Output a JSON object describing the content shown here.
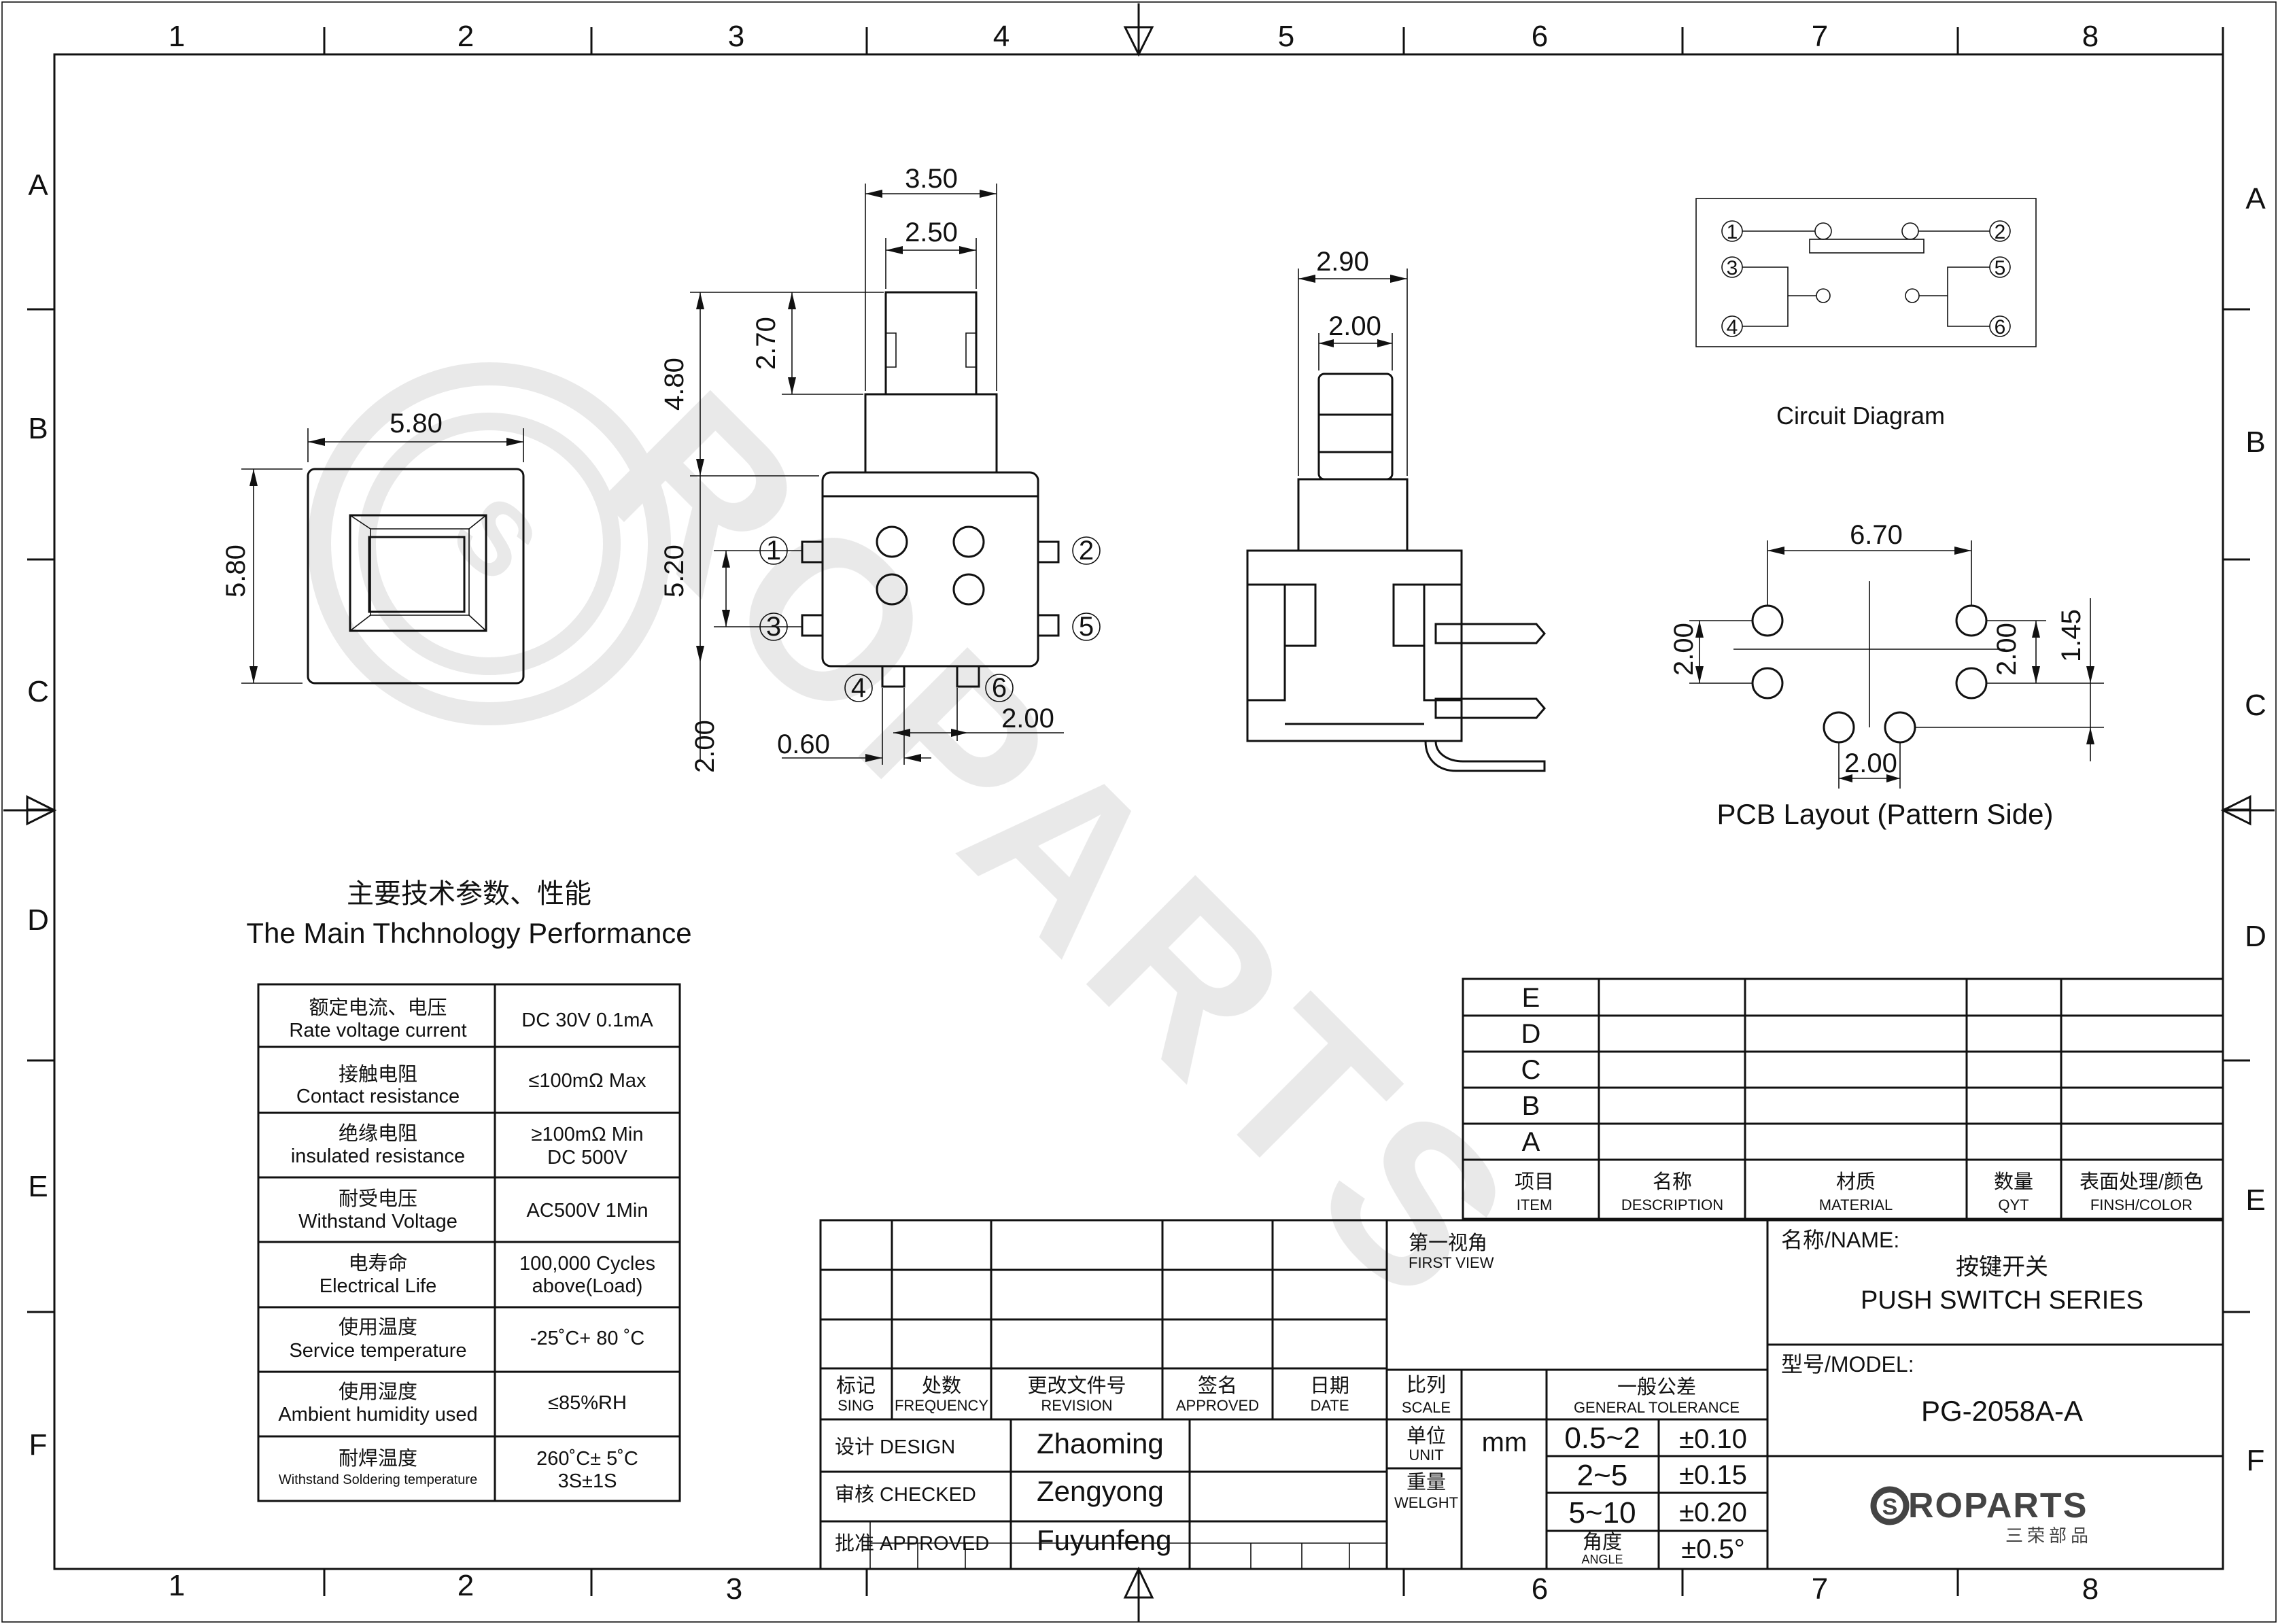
{
  "border": {
    "cols": [
      "1",
      "2",
      "3",
      "4",
      "5",
      "6",
      "7",
      "8"
    ],
    "rows": [
      "A",
      "B",
      "C",
      "D",
      "E",
      "F"
    ]
  },
  "top_view": {
    "width_label": "5.80",
    "height_label": "5.80"
  },
  "front_view": {
    "dims": {
      "outer_plunger_width": "3.50",
      "inner_plunger_width": "2.50",
      "plunger_top_height": "2.70",
      "plunger_height": "4.80",
      "body_height": "5.20",
      "pin_offset": "2.00",
      "pin_width": "0.60",
      "pin_pitch": "2.00"
    },
    "pins": [
      "1",
      "2",
      "3",
      "4",
      "5",
      "6"
    ]
  },
  "side_view": {
    "dims": {
      "outer_width": "2.90",
      "inner_width": "2.00"
    }
  },
  "circuit": {
    "title": "Circuit Diagram",
    "pins": [
      "1",
      "2",
      "3",
      "4",
      "5",
      "6"
    ]
  },
  "pcb": {
    "title": "PCB Layout (Pattern Side)",
    "dims": {
      "span": "6.70",
      "left_pitch": "2.00",
      "right_pitch": "2.00",
      "offset": "1.45",
      "bottom_pitch": "2.00"
    }
  },
  "spec": {
    "title_cn": "主要技术参数、性能",
    "title_en": "The Main Thchnology Performance",
    "rows": [
      {
        "label_cn": "额定电流、电压",
        "label_en": "Rate voltage current",
        "value": "DC 30V  0.1mA"
      },
      {
        "label_cn": "接触电阻",
        "label_en": "Contact resistance",
        "value": "≤100mΩ   Max"
      },
      {
        "label_cn": "绝缘电阻",
        "label_en": "insulated resistance",
        "value": "≥100mΩ Min",
        "value2": "DC 500V"
      },
      {
        "label_cn": "耐受电压",
        "label_en": "Withstand Voltage",
        "value": "AC500V 1Min"
      },
      {
        "label_cn": "电寿命",
        "label_en": "Electrical Life",
        "value": "100,000 Cycles",
        "value2": "above(Load)"
      },
      {
        "label_cn": "使用温度",
        "label_en": "Service temperature",
        "value": "-25˚C+ 80 ˚C"
      },
      {
        "label_cn": "使用湿度",
        "label_en": "Ambient humidity used",
        "value": "≤85%RH"
      },
      {
        "label_cn": "耐焊温度",
        "label_en": "Withstand Soldering temperature",
        "value": "260˚C± 5˚C",
        "value2": "3S±1S"
      }
    ]
  },
  "bom": {
    "letters": [
      "E",
      "D",
      "C",
      "B",
      "A"
    ],
    "headers": [
      {
        "cn": "项目",
        "en": "ITEM"
      },
      {
        "cn": "名称",
        "en": "DESCRIPTION"
      },
      {
        "cn": "材质",
        "en": "MATERIAL"
      },
      {
        "cn": "数量",
        "en": "QYT"
      },
      {
        "cn": "表面处理/颜色",
        "en": "FINSH/COLOR"
      }
    ]
  },
  "revision": {
    "headers": [
      {
        "cn": "标记",
        "en": "SING"
      },
      {
        "cn": "处数",
        "en": "FREQUENCY"
      },
      {
        "cn": "更改文件号",
        "en": "REVISION"
      },
      {
        "cn": "签名",
        "en": "APPROVED"
      },
      {
        "cn": "日期",
        "en": "DATE"
      }
    ]
  },
  "signoff": [
    {
      "role": "设计 DESIGN",
      "person": "Zhaoming"
    },
    {
      "role": "审核 CHECKED",
      "person": "Zengyong"
    },
    {
      "role": "批准 APPROVED",
      "person": "Fuyunfeng"
    }
  ],
  "first_view": {
    "cn": "第一视角",
    "en": "FIRST VIEW"
  },
  "scale": {
    "cn": "比列",
    "en": "SCALE"
  },
  "unit": {
    "cn": "单位",
    "en": "UNIT",
    "value": "mm"
  },
  "weight": {
    "cn": "重量",
    "en": "WELGHT"
  },
  "tolerance": {
    "title_cn": "一般公差",
    "title_en": "GENERAL TOLERANCE",
    "rows": [
      {
        "range": "0.5~2",
        "tol": "±0.10"
      },
      {
        "range": "2~5",
        "tol": "±0.15"
      },
      {
        "range": "5~10",
        "tol": "±0.20"
      }
    ],
    "angle_cn": "角度",
    "angle_en": "ANGLE",
    "angle_tol": "±0.5°"
  },
  "title_block": {
    "name_label": "名称/NAME:",
    "name_cn": "按键开关",
    "name_en": "PUSH SWITCH SERIES",
    "model_label": "型号/MODEL:",
    "model": "PG-2058A-A"
  },
  "logo": {
    "text": "ROPARTS",
    "sub": "三荣部品"
  },
  "watermark": "SROPARTS"
}
